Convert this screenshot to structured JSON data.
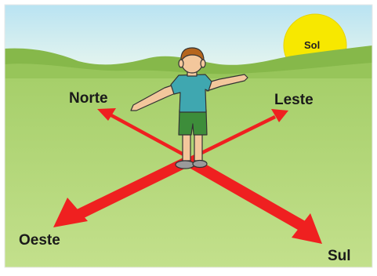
{
  "labels": {
    "north": "Norte",
    "east": "Leste",
    "west": "Oeste",
    "south": "Sul",
    "sun": "Sol"
  },
  "colors": {
    "sky": "#d6f0f6",
    "hills": "#86b84a",
    "ground": "#b5d87a",
    "arrow": "#ef2020",
    "sun": "#f7e800",
    "shirt": "#3fa7b0",
    "shorts": "#3d8d3a",
    "skin": "#f3c79c",
    "hair": "#b5651d"
  }
}
